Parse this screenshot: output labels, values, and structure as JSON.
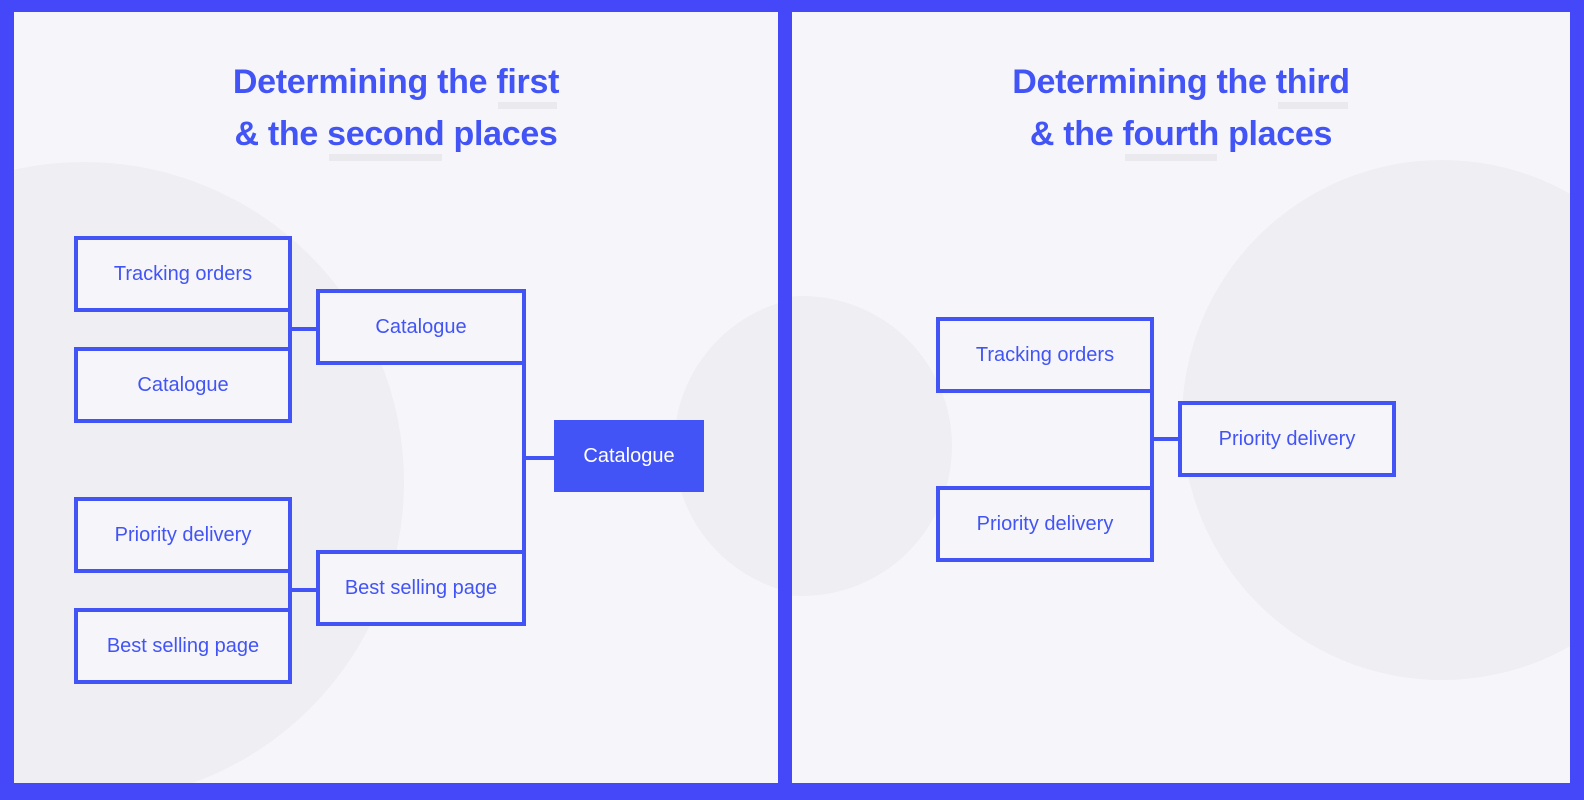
{
  "colors": {
    "brand_blue": "#4254f5",
    "frame_blue": "#4548f8",
    "panel_bg": "#f6f6fa",
    "deco_circle": "#eeeef3",
    "highlight_bar": "#e9e9ee",
    "winner_text": "#ffffff"
  },
  "panels": [
    {
      "id": "left",
      "title": {
        "line1_pre": "Determining the ",
        "line1_highlight": "first",
        "line2_pre": "& the ",
        "line2_highlight": "second",
        "line2_post": " places"
      },
      "round1": [
        {
          "label": "Tracking orders"
        },
        {
          "label": "Catalogue"
        },
        {
          "label": "Priority delivery"
        },
        {
          "label": "Best selling page"
        }
      ],
      "round2": [
        {
          "label": "Catalogue"
        },
        {
          "label": "Best selling page"
        }
      ],
      "final": {
        "label": "Catalogue",
        "winner": true
      }
    },
    {
      "id": "right",
      "title": {
        "line1_pre": "Determining the ",
        "line1_highlight": "third",
        "line2_pre": "& the ",
        "line2_highlight": "fourth",
        "line2_post": " places"
      },
      "round1": [
        {
          "label": "Tracking orders"
        },
        {
          "label": "Priority delivery"
        }
      ],
      "round2": [
        {
          "label": "Priority delivery"
        }
      ]
    }
  ]
}
